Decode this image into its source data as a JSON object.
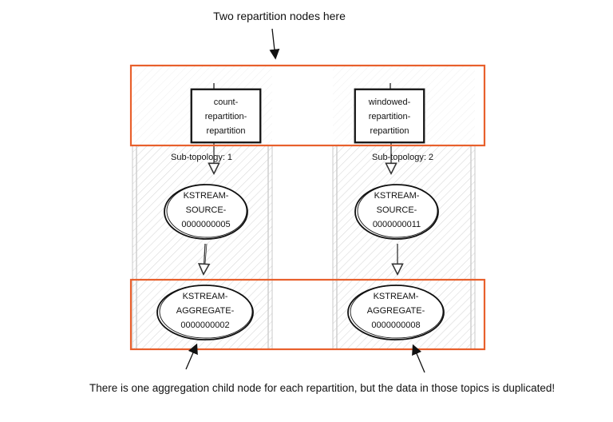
{
  "annotations": {
    "top": "Two repartition nodes here",
    "bottom": "There is one aggregation child node for each repartition, but the data in those topics is duplicated!"
  },
  "colors": {
    "highlight": "#e8602c",
    "hatch": "#cfcfcf",
    "ink": "#111111"
  },
  "subtopologies": [
    {
      "label": "Sub-topology: 1",
      "repartition": [
        "count-",
        "repartition-",
        "repartition"
      ],
      "source": [
        "KSTREAM-",
        "SOURCE-",
        "0000000005"
      ],
      "aggregate": [
        "KSTREAM-",
        "AGGREGATE-",
        "0000000002"
      ]
    },
    {
      "label": "Sub-topology: 2",
      "repartition": [
        "windowed-",
        "repartition-",
        "repartition"
      ],
      "source": [
        "KSTREAM-",
        "SOURCE-",
        "0000000011"
      ],
      "aggregate": [
        "KSTREAM-",
        "AGGREGATE-",
        "0000000008"
      ]
    }
  ]
}
